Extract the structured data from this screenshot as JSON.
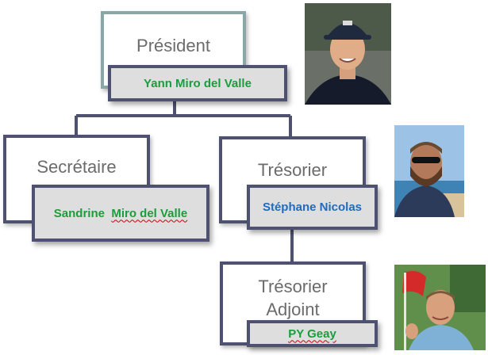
{
  "president": {
    "role": "Président",
    "name": "Yann Miro del Valle",
    "name_color": "#1a9d3c"
  },
  "secretaire": {
    "role": "Secrétaire",
    "name_first": "Sandrine",
    "name_last": "Miro del Valle",
    "name_color": "#1a9d3c"
  },
  "tresorier": {
    "role": "Trésorier",
    "name": "Stéphane Nicolas",
    "name_color": "#1f6bbf"
  },
  "tresorier_adjoint": {
    "role_line1": "Trésorier",
    "role_line2": "Adjoint",
    "name": "PY Geay",
    "name_color": "#1a9d3c"
  },
  "colors": {
    "box_border": "#4e5270",
    "president_border": "#8aa7a7",
    "connector": "#4e5270",
    "name_fill": "#dedede"
  }
}
